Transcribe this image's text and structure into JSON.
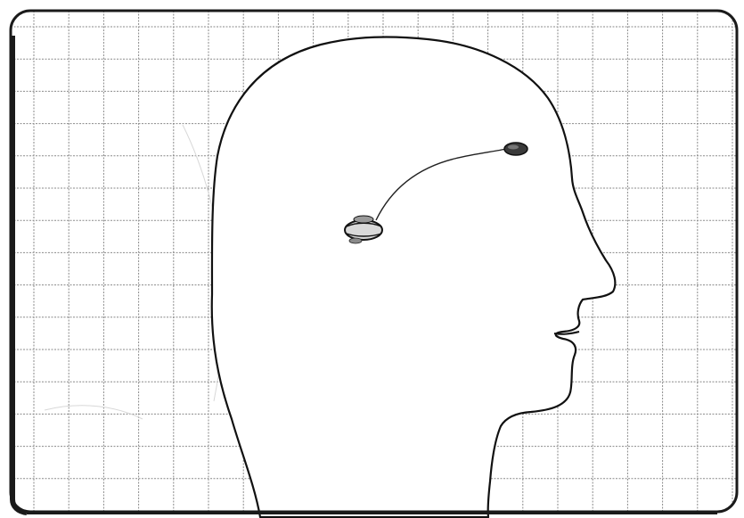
{
  "figure": {
    "subject": "head-profile-diagram",
    "colors": {
      "paper": "#ffffff",
      "frame": "#1a1a1a",
      "grid": "#8a8a8a",
      "outline": "#111111",
      "faint_sketch": "#d6d6d6",
      "node_dark": "#333333",
      "node_mid": "#666666"
    },
    "elements": {
      "grid": "graph-paper-grid",
      "head": "head-silhouette-facing-right",
      "front_node": "small-dark-oval-near-forehead",
      "inner_node": "oval-capsule-mid-head",
      "connection": "thin-curved-line-between-nodes"
    }
  }
}
